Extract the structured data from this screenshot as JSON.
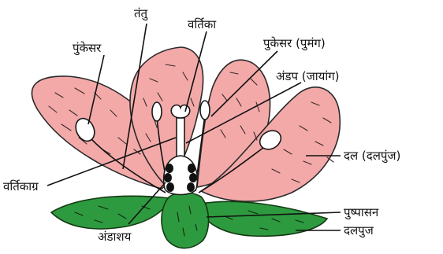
{
  "colors": {
    "petal": "#f4a9a9",
    "sepal": "#2e9a3f",
    "receptacle": "#2e9a3f",
    "ovule": "#111111",
    "anther": "#ffffff"
  },
  "labels": {
    "filament": "तंतु",
    "stigma": "वर्तिका",
    "stamen_left": "पुंकेसर",
    "stamen_androecium": "पुकेसर (पुमंग)",
    "pistil_gynoecium": "अंडप (जायांग)",
    "petal_corolla": "दल (दलपुंज)",
    "style_tip": "वर्तिकाग्र",
    "receptacle": "पुष्पासन",
    "sepal_calyx": "दलपुज",
    "ovary": "अंडाशय"
  }
}
